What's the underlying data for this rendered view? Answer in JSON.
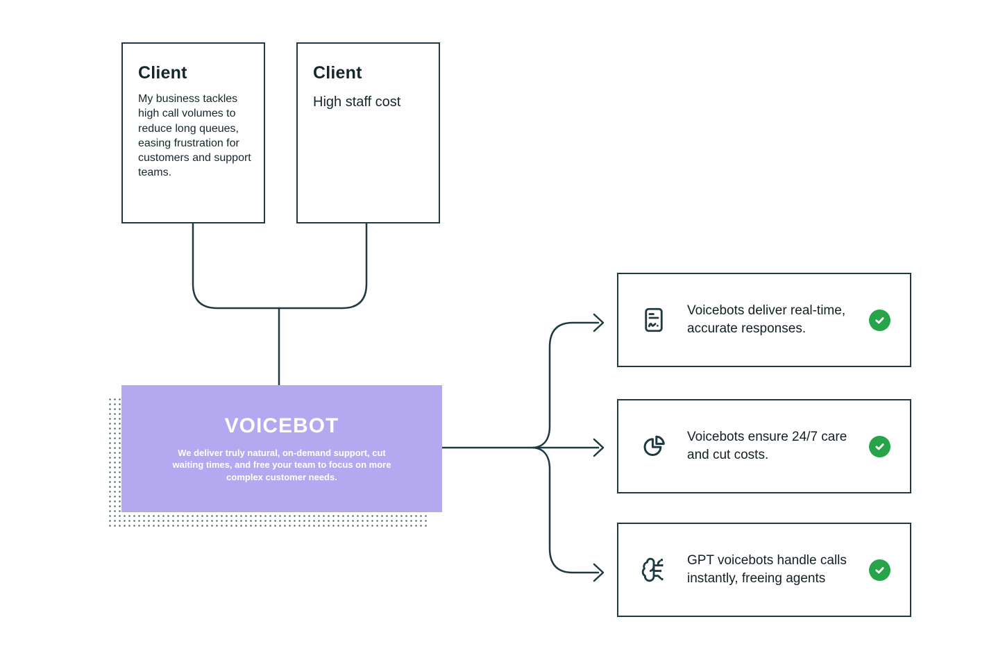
{
  "palette": {
    "line": "#1e3a40",
    "purple": "#b4a8f0",
    "text": "#15262b",
    "green": "#27a44a",
    "dots": "#47625f",
    "white": "#ffffff"
  },
  "clients": [
    {
      "title": "Client",
      "body": "My business tackles high call volumes to reduce long queues, easing frustration for customers and support teams."
    },
    {
      "title": "Client",
      "body": "High staff cost"
    }
  ],
  "voicebot": {
    "title": "VOICEBOT",
    "description": "We deliver truly natural, on-demand support, cut waiting times, and free your team to focus on more complex customer needs."
  },
  "benefits": [
    {
      "icon": "certificate-icon",
      "text": "Voicebots deliver real-time, accurate responses.",
      "status_icon": "check-icon"
    },
    {
      "icon": "pie-chart-icon",
      "text": "Voicebots ensure 24/7 care and cut costs.",
      "status_icon": "check-icon"
    },
    {
      "icon": "brain-circuit-icon",
      "text": "GPT voicebots handle calls instantly, freeing agents",
      "status_icon": "check-icon"
    }
  ]
}
